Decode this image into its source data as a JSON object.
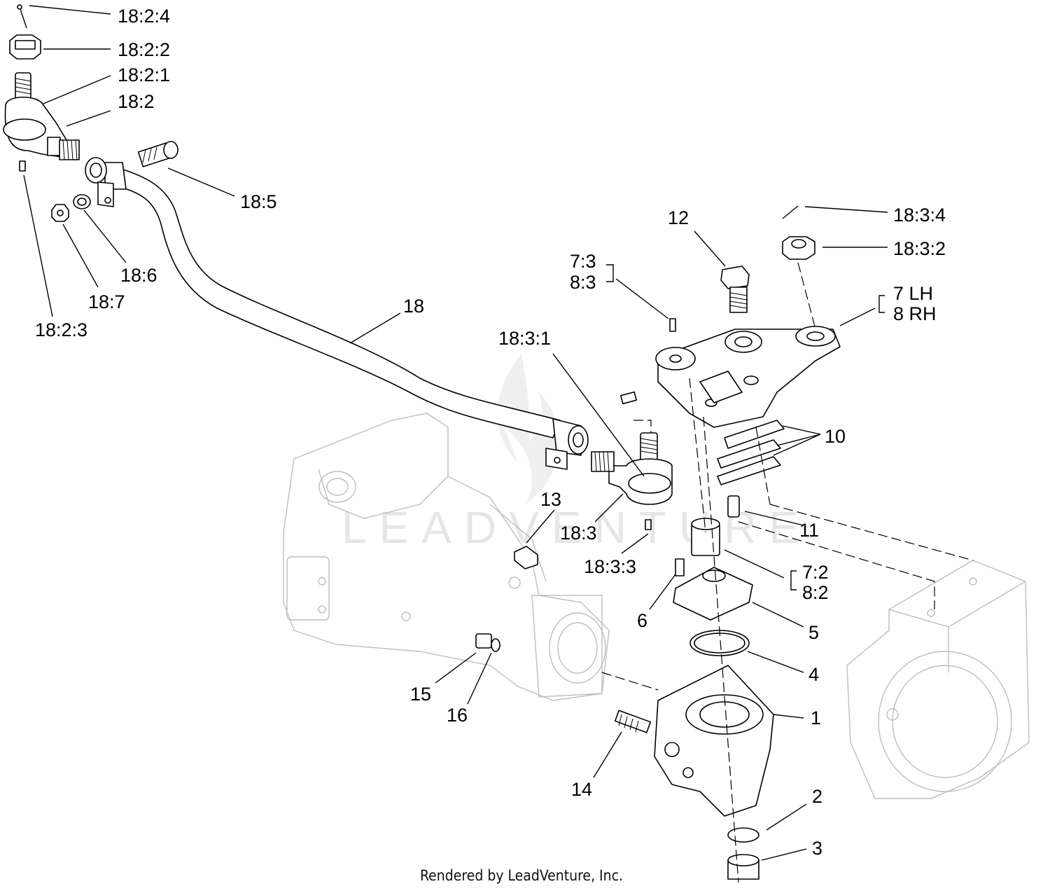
{
  "diagram": {
    "labels": {
      "l_18_2_4": "18:2:4",
      "l_18_2_2": "18:2:2",
      "l_18_2_1": "18:2:1",
      "l_18_2": "18:2",
      "l_18_5": "18:5",
      "l_18_6": "18:6",
      "l_18_7": "18:7",
      "l_18_2_3": "18:2:3",
      "l_18": "18",
      "l_12": "12",
      "l_18_3_4": "18:3:4",
      "l_18_3_2": "18:3:2",
      "l_7_3": "7:3",
      "l_8_3": "8:3",
      "l_7lh": "7 LH",
      "l_8rh": "8 RH",
      "l_18_3_1": "18:3:1",
      "l_10": "10",
      "l_13": "13",
      "l_11": "11",
      "l_18_3": "18:3",
      "l_18_3_3": "18:3:3",
      "l_7_2": "7:2",
      "l_8_2": "8:2",
      "l_6": "6",
      "l_5": "5",
      "l_4": "4",
      "l_15": "15",
      "l_16": "16",
      "l_1": "1",
      "l_14": "14",
      "l_2": "2",
      "l_3": "3"
    },
    "watermark": "LEADVENTURE",
    "footer": "Rendered by LeadVenture, Inc."
  }
}
